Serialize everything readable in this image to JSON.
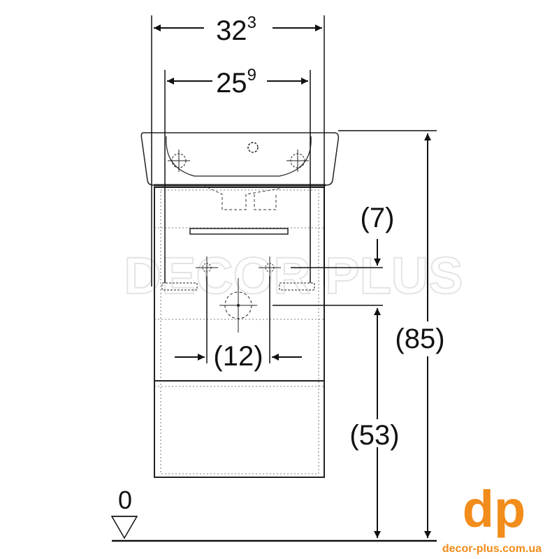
{
  "dimensions": {
    "outer_width": {
      "main": "32",
      "sup": "3"
    },
    "inner_width": {
      "main": "25",
      "sup": "9"
    },
    "top_offset": "(7)",
    "pipe_spacing": "(12)",
    "total_height": "(85)",
    "drain_height": "(53)",
    "floor_level": "0"
  },
  "brand": {
    "monogram": "dp",
    "url": "decor-plus.com.ua",
    "watermark": "DECOR PLUS",
    "color": "#f28c1a"
  }
}
